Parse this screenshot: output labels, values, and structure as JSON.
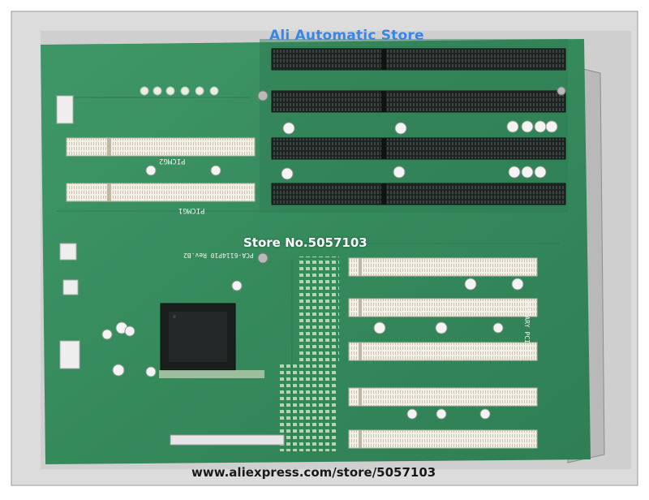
{
  "overlay": {
    "title": "Ali Automatic Store",
    "store_number": "Store No.5057103",
    "url": "www.aliexpress.com/store/5057103"
  },
  "board": {
    "label_pci_slot_2": "PICMG2",
    "label_pci_slot_1": "PICMG1",
    "label_revision": "PCA-6114P10 Rev.B2",
    "label_primary_pci": "PRIMARY PCI"
  },
  "colors": {
    "pcb_green": "#3a8f63",
    "slot_black": "#1e2523",
    "slot_white": "#f2efe6",
    "title_blue": "#3a86e8"
  }
}
